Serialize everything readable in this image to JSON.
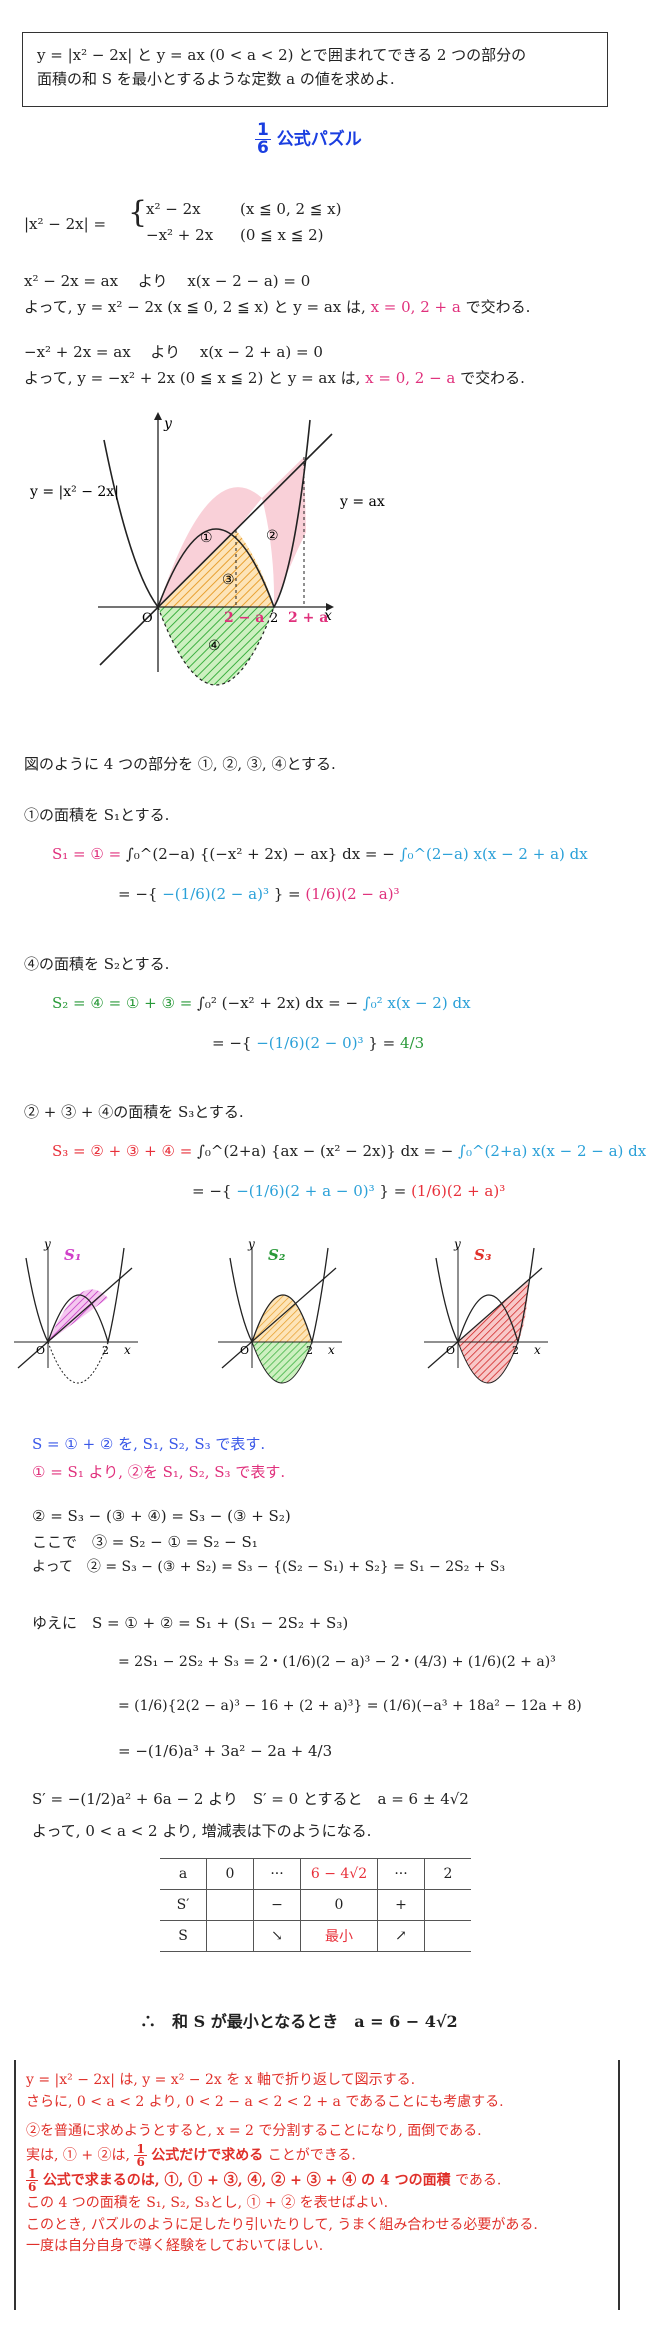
{
  "problem": {
    "line1": "y = |x² − 2x| と y = ax (0 < a < 2) とで囲まれてできる 2 つの部分の",
    "line2": "面積の和 S を最小とするような定数 a の値を求めよ."
  },
  "title": {
    "frac_num": "1",
    "frac_den": "6",
    "text": "公式パズル"
  },
  "absdef": {
    "lhs": "|x² − 2x| =",
    "case1": "x² − 2x",
    "case1_cond": "(x ≦ 0, 2 ≦ x)",
    "case2": "−x² + 2x",
    "case2_cond": "(0 ≦ x ≦ 2)"
  },
  "intersect1": {
    "eq": "x² − 2x = ax　 より　 x(x − 2 − a) = 0",
    "text": "よって, y = x² − 2x (x ≦ 0, 2 ≦ x) と y = ax は,",
    "points": "x = 0,  2 + a",
    "suffix": "で交わる."
  },
  "intersect2": {
    "eq": "−x² + 2x = ax　 より　 x(x − 2 + a) = 0",
    "text": "よって, y = −x² + 2x (0 ≦ x ≦ 2) と y = ax は,",
    "points": "x = 0,  2 − a",
    "suffix": "で交わる."
  },
  "graph": {
    "label_abs": "y = |x² − 2x|",
    "label_line": "y = ax",
    "y_axis": "y",
    "x_axis": "x",
    "origin": "O",
    "tick_2": "2",
    "tick_2ma": "2 − a",
    "tick_2pa": "2 + a",
    "region1": "①",
    "region2": "②",
    "region3": "③",
    "region4": "④"
  },
  "parts_intro": "図のように 4 つの部分を ①, ②, ③, ④とする.",
  "s1": {
    "intro": "①の面積を S₁とする.",
    "lhs": "S₁ = ① =",
    "integral": "∫₀^(2−a) {(−x² + 2x) − ax} dx = −",
    "integral_r": "∫₀^(2−a) x(x − 2 + a) dx",
    "line2_pre": "= −{",
    "line2_mid": "−(1/6)(2 − a)³",
    "line2_post": "} =",
    "line2_res": "(1/6)(2 − a)³"
  },
  "s2": {
    "intro": "④の面積を S₂とする.",
    "lhs": "S₂ = ④ = ① + ③ =",
    "integral": "∫₀² (−x² + 2x) dx = −",
    "integral_r": "∫₀² x(x − 2) dx",
    "line2_pre": "= −{",
    "line2_mid": "−(1/6)(2 − 0)³",
    "line2_post": "} =",
    "line2_res": "4/3"
  },
  "s3": {
    "intro": "② + ③ + ④の面積を S₃とする.",
    "lhs": "S₃ = ② + ③ + ④ =",
    "integral": "∫₀^(2+a) {ax − (x² − 2x)} dx = −",
    "integral_r": "∫₀^(2+a) x(x − 2 − a) dx",
    "line2_pre": "= −{",
    "line2_mid": "−(1/6)(2 + a − 0)³",
    "line2_post": "} =",
    "line2_res": "(1/6)(2 + a)³"
  },
  "minis": [
    {
      "label": "S₁",
      "color": "#d040c8"
    },
    {
      "label": "S₂",
      "color": "#2a9a3a"
    },
    {
      "label": "S₃",
      "color": "#e0302a"
    }
  ],
  "minis_axes": {
    "y": "y",
    "x": "x",
    "o": "O",
    "two": "2"
  },
  "express": {
    "l1": "S = ① + ② を, S₁, S₂, S₃ で表す.",
    "l2": "① = S₁ より, ②を S₁, S₂, S₃ で表す.",
    "l3": "② = S₃ − (③ + ④) = S₃ − (③ + S₂)",
    "l4": "ここで　③ = S₂ − ① = S₂ − S₁",
    "l5": "よって　② = S₃ − (③ + S₂) = S₃ − {(S₂ − S₁) + S₂} = S₁ − 2S₂ + S₃"
  },
  "calc": {
    "l1": "ゆえに　S = ① + ② = S₁ + (S₁ − 2S₂ + S₃)",
    "l2": "= 2S₁ − 2S₂ + S₃ = 2・(1/6)(2 − a)³ − 2・(4/3) + (1/6)(2 + a)³",
    "l3": "= (1/6){2(2 − a)³ − 16 + (2 + a)³} = (1/6)(−a³ + 18a² − 12a + 8)",
    "l4": "= −(1/6)a³ + 3a² − 2a + 4/3"
  },
  "deriv": {
    "l1": "S′ = −(1/2)a² + 6a − 2 より　S′ = 0 とすると　a = 6 ± 4√2",
    "l2": "よって, 0 < a < 2 より, 増減表は下のようになる."
  },
  "table": {
    "row_a": [
      "a",
      "0",
      "···",
      "6 − 4√2",
      "···",
      "2"
    ],
    "row_sp": [
      "S′",
      "",
      "−",
      "0",
      "+",
      ""
    ],
    "row_s": [
      "S",
      "",
      "↘",
      "最小",
      "↗",
      ""
    ]
  },
  "conclusion": "∴　和 S が最小となるとき　a = 6 − 4√2",
  "notes": {
    "n1": "y = |x² − 2x| は, y = x² − 2x を x 軸で折り返して図示する.",
    "n2": "さらに, 0 < a < 2 より, 0 < 2 − a < 2 < 2 + a であることにも考慮する.",
    "n3": "②を普通に求めようとすると, x = 2 で分割することになり, 面倒である.",
    "n4a": "実は, ① + ②は,",
    "n4b": "公式だけで求める",
    "n4c": "ことができる.",
    "n5a": "公式で求まるのは, ①, ① + ③, ④, ② + ③ + ④ の 4 つの面積",
    "n5b": "である.",
    "n6": "この 4 つの面積を S₁, S₂, S₃とし, ① + ② を表せばよい.",
    "n7": "このとき, パズルのように足したり引いたりして, うまく組み合わせる必要がある.",
    "n8": "一度は自分自身で導く経験をしておいてほしい."
  }
}
